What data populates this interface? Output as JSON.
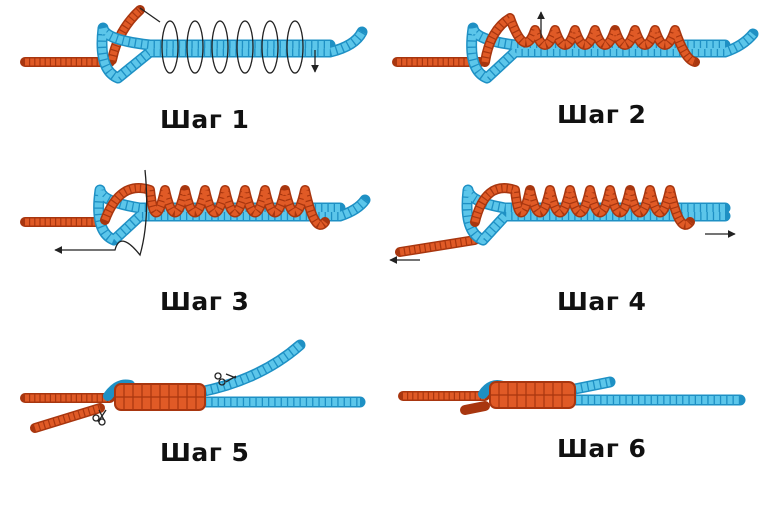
{
  "colors": {
    "blue_line": "#5cc6ea",
    "blue_edge": "#1e90c4",
    "orange_line": "#e05a26",
    "orange_edge": "#a8360f",
    "thin_line": "#222222"
  },
  "icons": [
    "scissors-icon",
    "arrow-icon"
  ],
  "steps": [
    {
      "label": "Шаг 1"
    },
    {
      "label": "Шаг 2"
    },
    {
      "label": "Шаг 3"
    },
    {
      "label": "Шаг 4"
    },
    {
      "label": "Шаг  5"
    },
    {
      "label": "Шаг 6"
    }
  ]
}
